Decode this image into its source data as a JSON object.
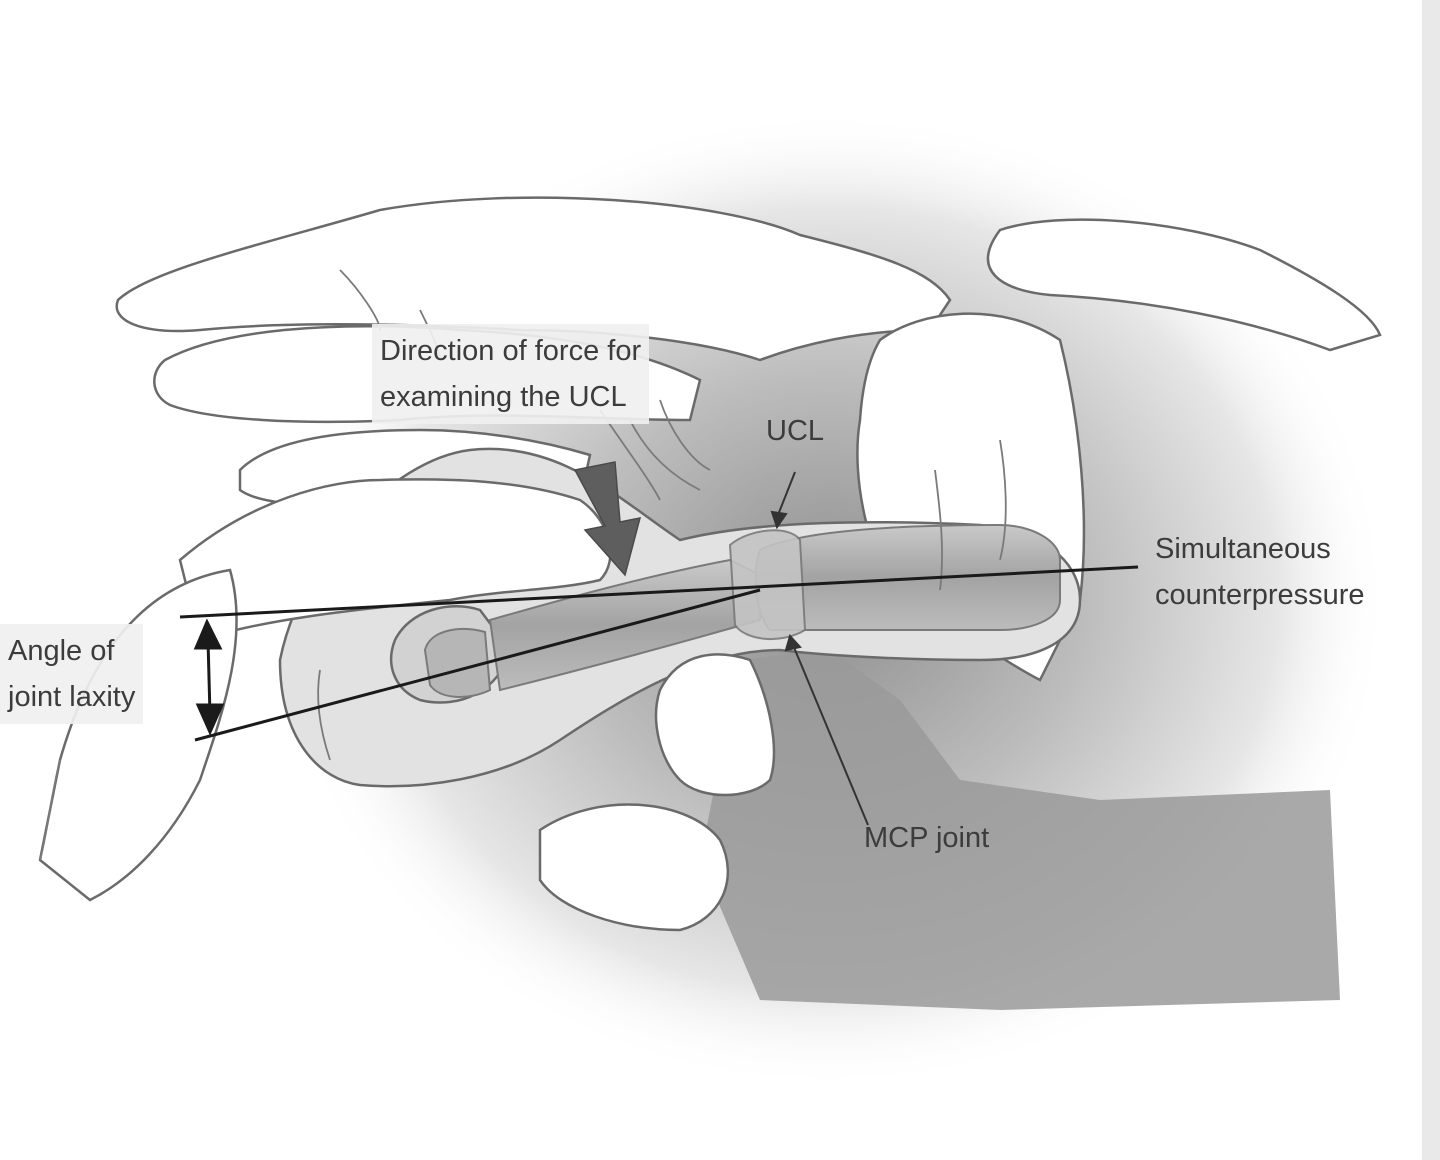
{
  "labels": {
    "force": "Direction of force for\nexamining the UCL",
    "ucl": "UCL",
    "counterpressure": "Simultaneous\ncounterpressure",
    "angle": "Angle of\njoint laxity",
    "mcp": "MCP joint"
  },
  "colors": {
    "outline": "#666666",
    "bone": "#a8a8a8",
    "arrow": "#5e5e5e",
    "line": "#1a1a1a",
    "shadow": "#9a9a9a"
  }
}
